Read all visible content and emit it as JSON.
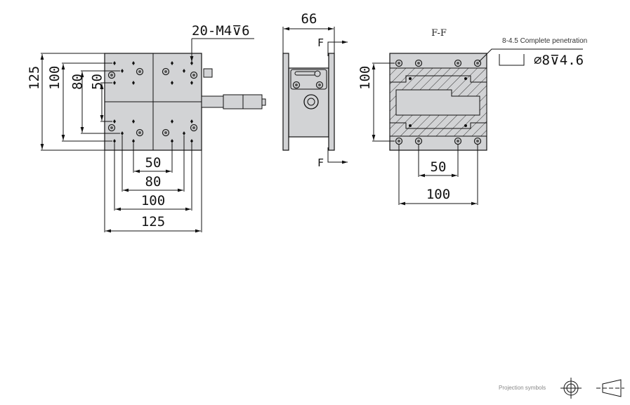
{
  "top_view": {
    "thread_callout": "20-M4⊽6",
    "dims_vertical": [
      "125",
      "100",
      "80",
      "50"
    ],
    "dims_horizontal": [
      "50",
      "80",
      "100",
      "125"
    ]
  },
  "side_view": {
    "width_dim": "66",
    "section_mark_top": "F",
    "section_mark_bottom": "F"
  },
  "section_view": {
    "title": "F-F",
    "hole_note": "8-4.5 Complete penetration",
    "counterbore_spec": "⌀8⊽4.6",
    "dim_vertical": "100",
    "dims_horizontal": [
      "50",
      "100"
    ]
  },
  "footer": {
    "projection_label": "Projection symbols"
  },
  "colors": {
    "plate": "#d2d3d5",
    "line": "#111111"
  }
}
